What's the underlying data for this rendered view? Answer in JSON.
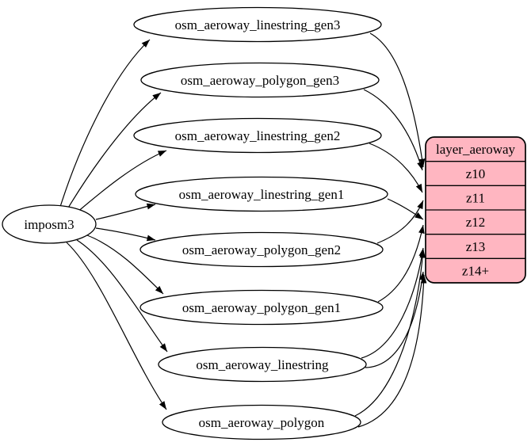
{
  "diagram": {
    "kind": "etl-graph",
    "source_node": {
      "label": "imposm3"
    },
    "tables": [
      {
        "id": "linestring_gen3",
        "label": "osm_aeroway_linestring_gen3"
      },
      {
        "id": "polygon_gen3",
        "label": "osm_aeroway_polygon_gen3"
      },
      {
        "id": "linestring_gen2",
        "label": "osm_aeroway_linestring_gen2"
      },
      {
        "id": "linestring_gen1",
        "label": "osm_aeroway_linestring_gen1"
      },
      {
        "id": "polygon_gen2",
        "label": "osm_aeroway_polygon_gen2"
      },
      {
        "id": "polygon_gen1",
        "label": "osm_aeroway_polygon_gen1"
      },
      {
        "id": "linestring",
        "label": "osm_aeroway_linestring"
      },
      {
        "id": "polygon",
        "label": "osm_aeroway_polygon"
      }
    ],
    "layer": {
      "title": "layer_aeroway",
      "rows": [
        "z10",
        "z11",
        "z12",
        "z13",
        "z14+"
      ],
      "fill": "#FFB6C1"
    },
    "edges": {
      "from_source": [
        "osm_aeroway_linestring_gen3",
        "osm_aeroway_polygon_gen3",
        "osm_aeroway_linestring_gen2",
        "osm_aeroway_linestring_gen1",
        "osm_aeroway_polygon_gen2",
        "osm_aeroway_polygon_gen1",
        "osm_aeroway_linestring",
        "osm_aeroway_polygon"
      ],
      "to_layer": [
        {
          "from": "osm_aeroway_linestring_gen3",
          "to": "z10"
        },
        {
          "from": "osm_aeroway_polygon_gen3",
          "to": "z10"
        },
        {
          "from": "osm_aeroway_linestring_gen2",
          "to": "z11"
        },
        {
          "from": "osm_aeroway_polygon_gen2",
          "to": "z11"
        },
        {
          "from": "osm_aeroway_linestring_gen1",
          "to": "z12"
        },
        {
          "from": "osm_aeroway_polygon_gen1",
          "to": "z12"
        },
        {
          "from": "osm_aeroway_linestring",
          "to": "z13"
        },
        {
          "from": "osm_aeroway_polygon",
          "to": "z13"
        },
        {
          "from": "osm_aeroway_linestring",
          "to": "z14+"
        },
        {
          "from": "osm_aeroway_polygon",
          "to": "z14+"
        }
      ]
    },
    "colors": {
      "edge": "#000000",
      "node_fill": "#FFFFFF",
      "node_stroke": "#000000",
      "layer_fill": "#FFB6C1",
      "text": "#000000",
      "background": "#FFFFFF"
    }
  }
}
